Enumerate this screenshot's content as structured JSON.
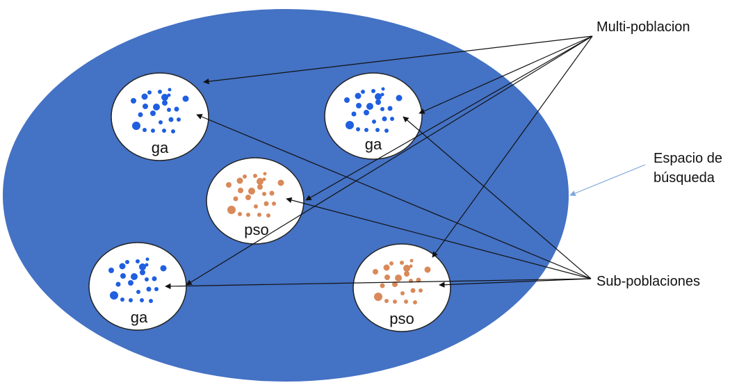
{
  "colors": {
    "search_space": "#4472c4",
    "subpop_fill": "#ffffff",
    "ga_particle": "#1f5fe0",
    "pso_particle": "#d9895a",
    "arrow": "#111111",
    "search_space_arrow": "#7fa6dc"
  },
  "labels": {
    "multi_population": "Multi-poblacion",
    "search_space_line1": "Espacio de",
    "search_space_line2": "búsqueda",
    "sub_populations": "Sub-poblaciones"
  },
  "subpopulations": [
    {
      "id": "ga-top-left",
      "label": "ga",
      "kind": "ga"
    },
    {
      "id": "ga-top-right",
      "label": "ga",
      "kind": "ga"
    },
    {
      "id": "pso-center",
      "label": "pso",
      "kind": "pso"
    },
    {
      "id": "ga-bottom-left",
      "label": "ga",
      "kind": "ga"
    },
    {
      "id": "pso-bottom-right",
      "label": "pso",
      "kind": "pso"
    }
  ]
}
